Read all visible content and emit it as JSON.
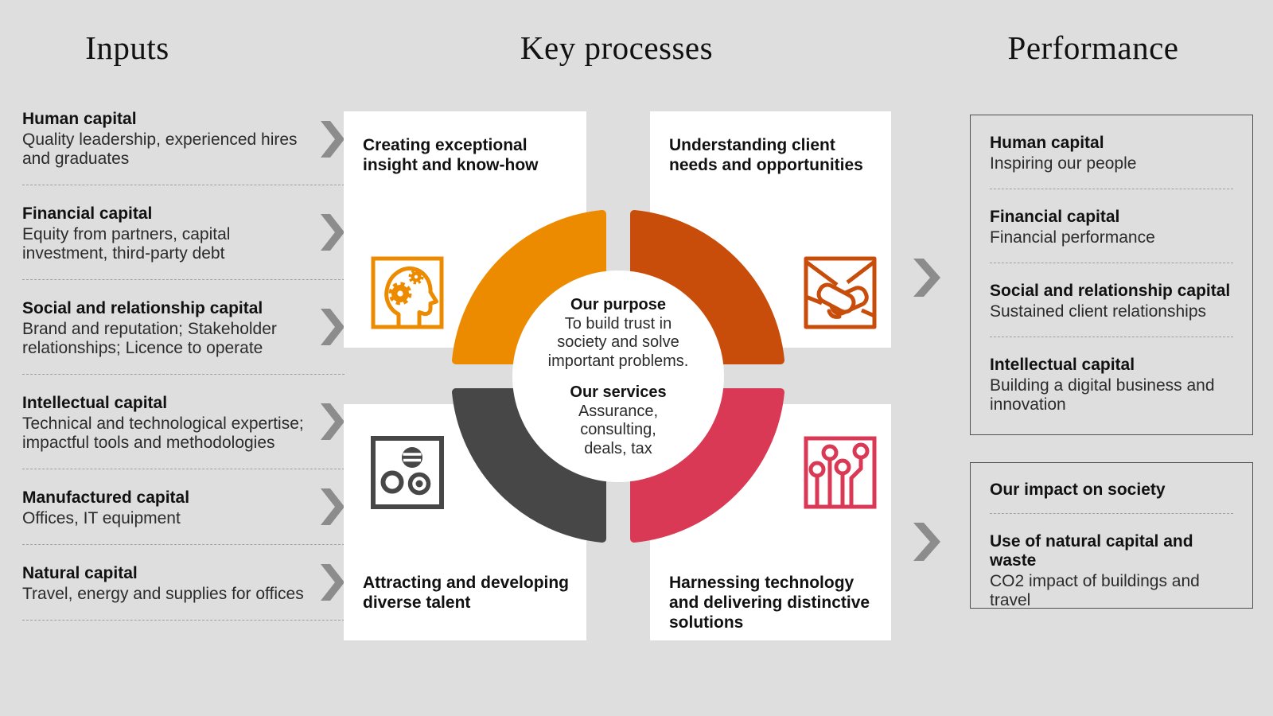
{
  "inputs": {
    "title": "Inputs",
    "items": [
      {
        "heading": "Human capital",
        "description": "Quality leadership, experienced hires and graduates"
      },
      {
        "heading": "Financial capital",
        "description": "Equity from partners, capital investment, third-party debt"
      },
      {
        "heading": "Social and relationship capital",
        "description": "Brand and reputation; Stakeholder relationships; Licence to operate"
      },
      {
        "heading": "Intellectual capital",
        "description": "Technical and technological expertise; impactful tools and methodologies"
      },
      {
        "heading": "Manufactured capital",
        "description": "Offices, IT equipment"
      },
      {
        "heading": "Natural capital",
        "description": "Travel, energy and supplies for offices"
      }
    ]
  },
  "key_processes": {
    "title": "Key processes",
    "quadrants": [
      {
        "heading": "Creating exceptional insight and know-how",
        "icon": "head-gears-icon",
        "color": "#ED8B00"
      },
      {
        "heading": "Understanding client needs and opportunities",
        "icon": "handshake-icon",
        "color": "#C94D0A"
      },
      {
        "heading": "Attracting and developing diverse talent",
        "icon": "diverse-talent-icon",
        "color": "#474747"
      },
      {
        "heading": "Harnessing technology and delivering distinctive solutions",
        "icon": "circuit-technology-icon",
        "color": "#D93954"
      }
    ],
    "center": {
      "purpose_heading": "Our purpose",
      "purpose_text": "To build trust in society and solve important problems.",
      "services_heading": "Our services",
      "services_text": "Assurance, consulting, deals, tax"
    }
  },
  "performance": {
    "title": "Performance",
    "box1": {
      "items": [
        {
          "heading": "Human capital",
          "description": "Inspiring our people"
        },
        {
          "heading": "Financial capital",
          "description": "Financial performance"
        },
        {
          "heading": "Social and relationship capital",
          "description": "Sustained client relationships"
        },
        {
          "heading": "Intellectual capital",
          "description": "Building a digital business and innovation"
        }
      ]
    },
    "box2": {
      "items": [
        {
          "heading": "Our impact on society"
        },
        {
          "heading": "Use of natural capital  and waste",
          "description": "CO2 impact of buildings and travel"
        }
      ]
    }
  },
  "colors": {
    "background": "#DEDEDE",
    "card": "#FFFFFF",
    "orange": "#ED8B00",
    "burnt_orange": "#C94D0A",
    "dark_gray": "#474747",
    "rose": "#D93954",
    "chevron_gray": "#8C8C8C",
    "dashed_line": "#A0A0A0",
    "box_border": "#4F4F4F"
  }
}
